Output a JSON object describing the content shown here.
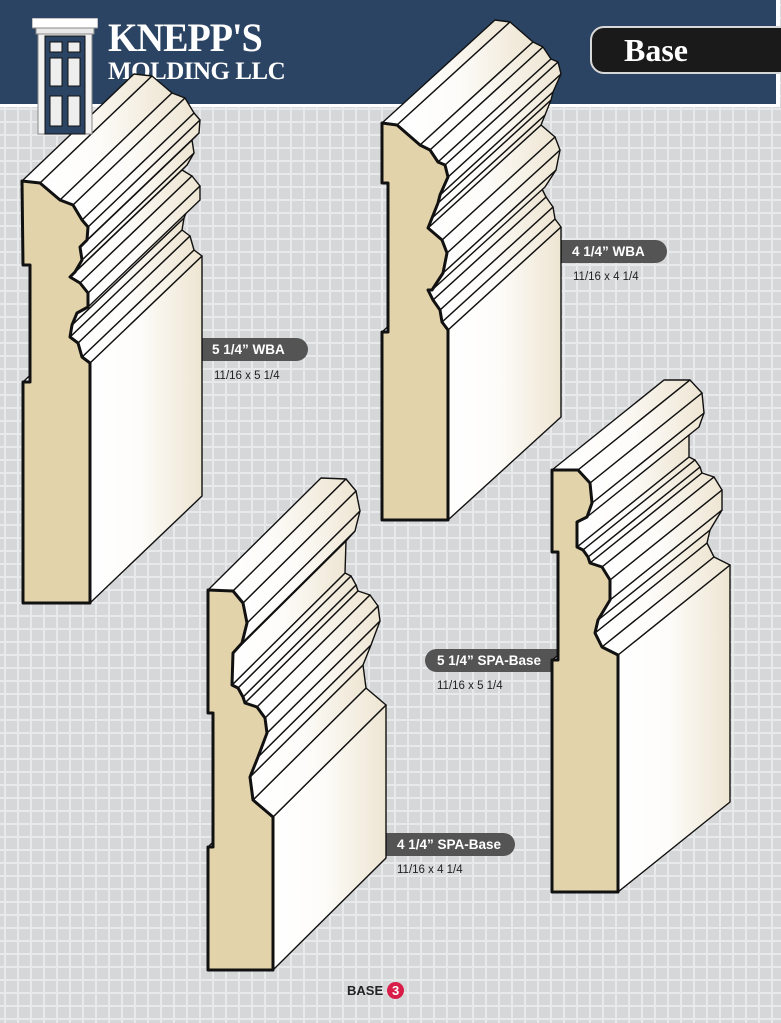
{
  "header": {
    "brand_line1": "KNEPP'S",
    "brand_line2": "MOLDING LLC",
    "section": "Base",
    "colors": {
      "header_bg": "#2b4463",
      "section_pill_bg": "#1a1a1a"
    }
  },
  "products": [
    {
      "name": "5 1/4” WBA",
      "size": "11/16 x 5 1/4"
    },
    {
      "name": "4 1/4” WBA",
      "size": "11/16 x 4 1/4"
    },
    {
      "name": "4 1/4” SPA-Base",
      "size": "11/16 x 4 1/4"
    },
    {
      "name": "5 1/4” SPA-Base",
      "size": "11/16 x 5 1/4"
    }
  ],
  "footer": {
    "section_label": "BASE",
    "page_number": "3",
    "badge_color": "#d81d48"
  },
  "icons": {
    "logo": "door-icon"
  }
}
